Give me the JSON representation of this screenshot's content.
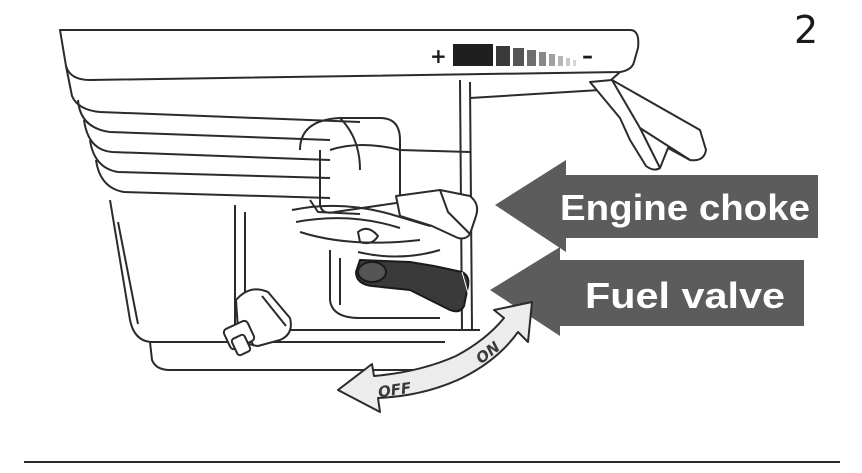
{
  "step_number": "2",
  "choke_scale": {
    "plus_label": "+",
    "minus_label": "–"
  },
  "callouts": {
    "engine_choke": "Engine choke",
    "fuel_valve": "Fuel valve"
  },
  "valve_dial": {
    "off_label": "OFF",
    "on_label": "ON"
  },
  "colors": {
    "callout_fill": "#5c5c5c",
    "line_art": "#2b2b2b",
    "lever": "#3a3a3a"
  }
}
